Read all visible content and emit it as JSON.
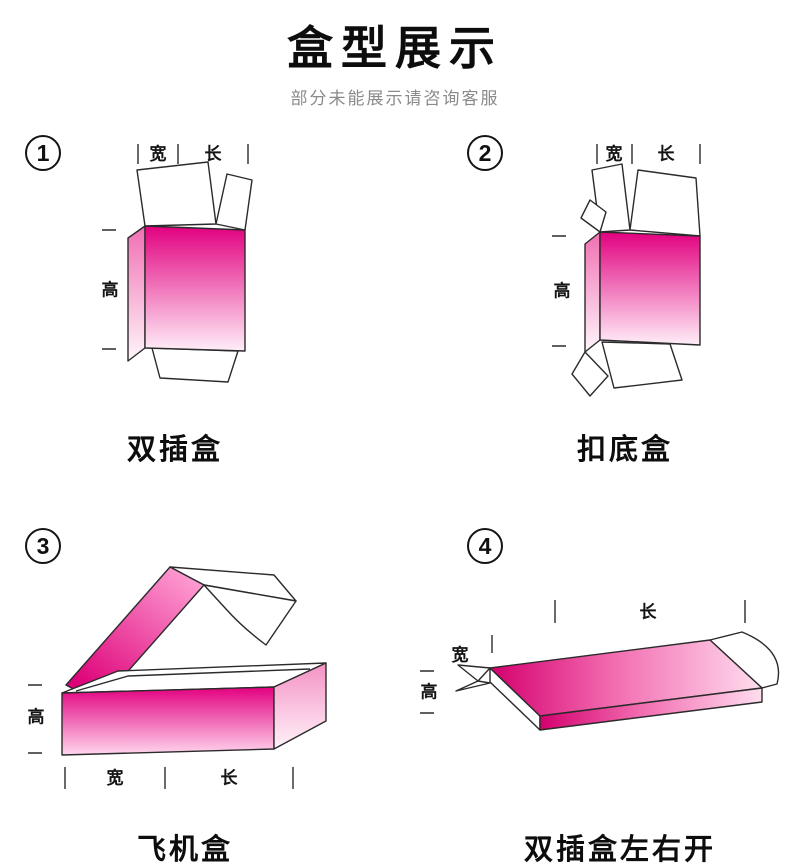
{
  "header": {
    "title": "盒型展示",
    "subtitle": "部分未能展示请咨询客服"
  },
  "colors": {
    "accent_pink": "#e2007f",
    "line": "#2b2b2b",
    "subtitle_gray": "#8a8a8a"
  },
  "diagrams": [
    {
      "number": "1",
      "caption": "双插盒",
      "label_width": "宽",
      "label_length": "长",
      "label_height": "高"
    },
    {
      "number": "2",
      "caption": "扣底盒",
      "label_width": "宽",
      "label_length": "长",
      "label_height": "高"
    },
    {
      "number": "3",
      "caption": "飞机盒",
      "label_width": "宽",
      "label_length": "长",
      "label_height": "高"
    },
    {
      "number": "4",
      "caption": "双插盒左右开",
      "label_width": "宽",
      "label_length": "长",
      "label_height": "高"
    }
  ]
}
